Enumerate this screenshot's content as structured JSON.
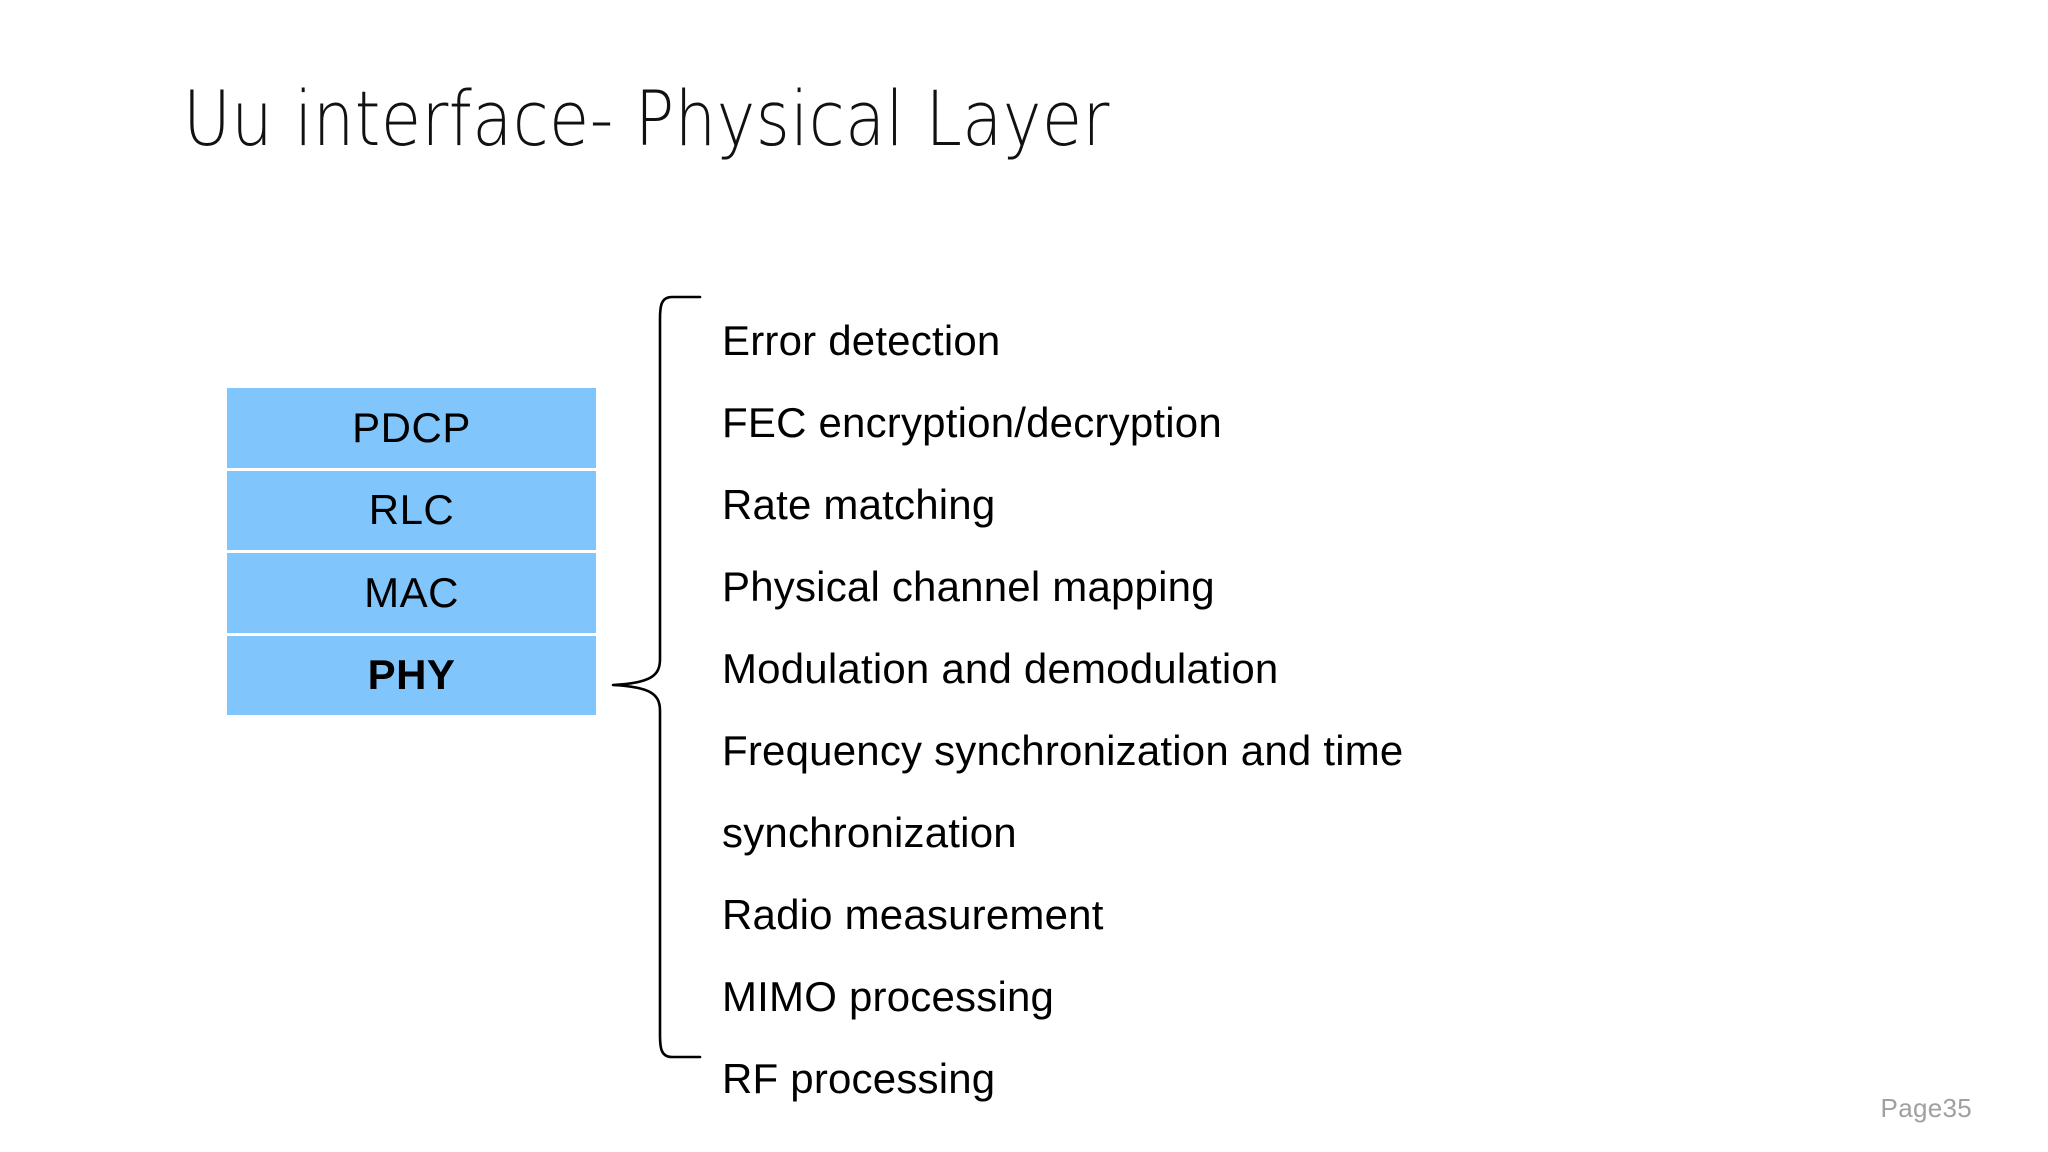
{
  "slide": {
    "title": "Uu interface- Physical Layer",
    "page_label": "Page35",
    "background_color": "#ffffff"
  },
  "protocol_stack": {
    "fill_color": "#80C5FC",
    "separator_color": "#ffffff",
    "layers": [
      {
        "label": "PDCP",
        "highlighted": false
      },
      {
        "label": "RLC",
        "highlighted": false
      },
      {
        "label": "MAC",
        "highlighted": false
      },
      {
        "label": "PHY",
        "highlighted": true
      }
    ]
  },
  "connector": {
    "type": "curly-brace",
    "orientation": "left-pointing",
    "color": "#000000",
    "source_layer": "PHY"
  },
  "phy_functions": {
    "items": [
      {
        "text": "Error detection"
      },
      {
        "text": "FEC encryption/decryption"
      },
      {
        "text": "Rate matching"
      },
      {
        "text": "Physical channel mapping"
      },
      {
        "text": "Modulation and demodulation"
      },
      {
        "text": "Frequency synchronization and time synchronization"
      },
      {
        "text": "Radio measurement"
      },
      {
        "text": "MIMO processing"
      },
      {
        "text": "RF processing"
      }
    ]
  }
}
